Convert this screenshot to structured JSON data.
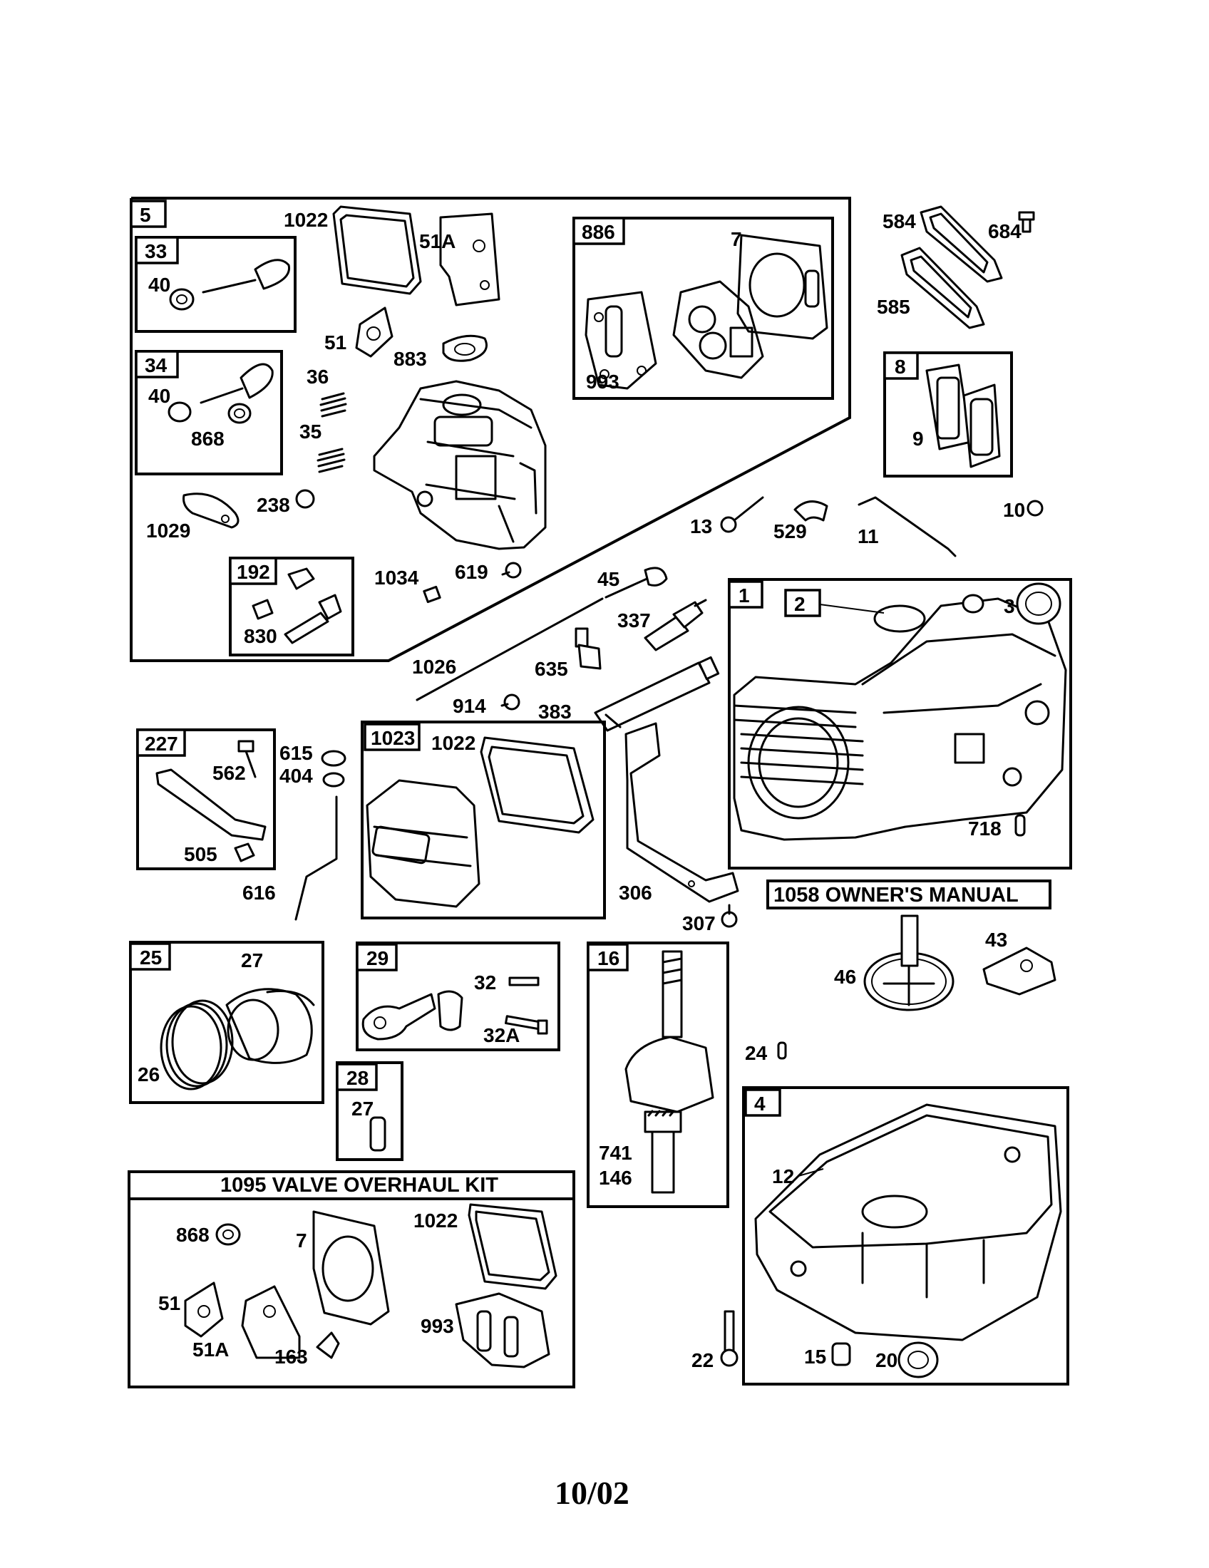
{
  "frames": {
    "f5": "5",
    "f33": "33",
    "f34": "34",
    "f192": "192",
    "f886": "886",
    "f8": "8",
    "f1": "1",
    "f2": "2",
    "f227": "227",
    "f1023": "1023",
    "f25": "25",
    "f29": "29",
    "f28": "28",
    "f16": "16",
    "f4": "4"
  },
  "kits": {
    "owners_manual": "1058 OWNER'S MANUAL",
    "valve_overhaul": "1095 VALVE OVERHAUL KIT"
  },
  "labels": {
    "p1022a": "1022",
    "p51A": "51A",
    "p40a": "40",
    "p51": "51",
    "p883": "883",
    "p36": "36",
    "p40b": "40",
    "p868": "868",
    "p35": "35",
    "p238": "238",
    "p1029": "1029",
    "p830": "830",
    "p1034": "1034",
    "p619": "619",
    "p7a": "7",
    "p993a": "993",
    "p584": "584",
    "p684": "684",
    "p585": "585",
    "p9": "9",
    "p13": "13",
    "p529": "529",
    "p11": "11",
    "p10": "10",
    "p45": "45",
    "p337": "337",
    "p1026": "1026",
    "p635": "635",
    "p914": "914",
    "p383": "383",
    "p3": "3",
    "p718": "718",
    "p615": "615",
    "p404": "404",
    "p562": "562",
    "p505": "505",
    "p616": "616",
    "p1022b": "1022",
    "p306": "306",
    "p307": "307",
    "p27a": "27",
    "p26": "26",
    "p32": "32",
    "p32A": "32A",
    "p27b": "27",
    "p741": "741",
    "p146": "146",
    "p43": "43",
    "p46": "46",
    "p24": "24",
    "p12": "12",
    "p22": "22",
    "p15": "15",
    "p20": "20",
    "p868b": "868",
    "p7b": "7",
    "p1022c": "1022",
    "p51b": "51",
    "p993b": "993",
    "p51Ab": "51A",
    "p163": "163"
  },
  "footer": "10/02",
  "icons": [
    "ohv-valve-cover-icon",
    "cylinder-head-icon",
    "crankshaft-icon",
    "piston-icon",
    "engine-block-icon",
    "sump-icon",
    "spark-plug-icon",
    "cam-gear-icon"
  ]
}
